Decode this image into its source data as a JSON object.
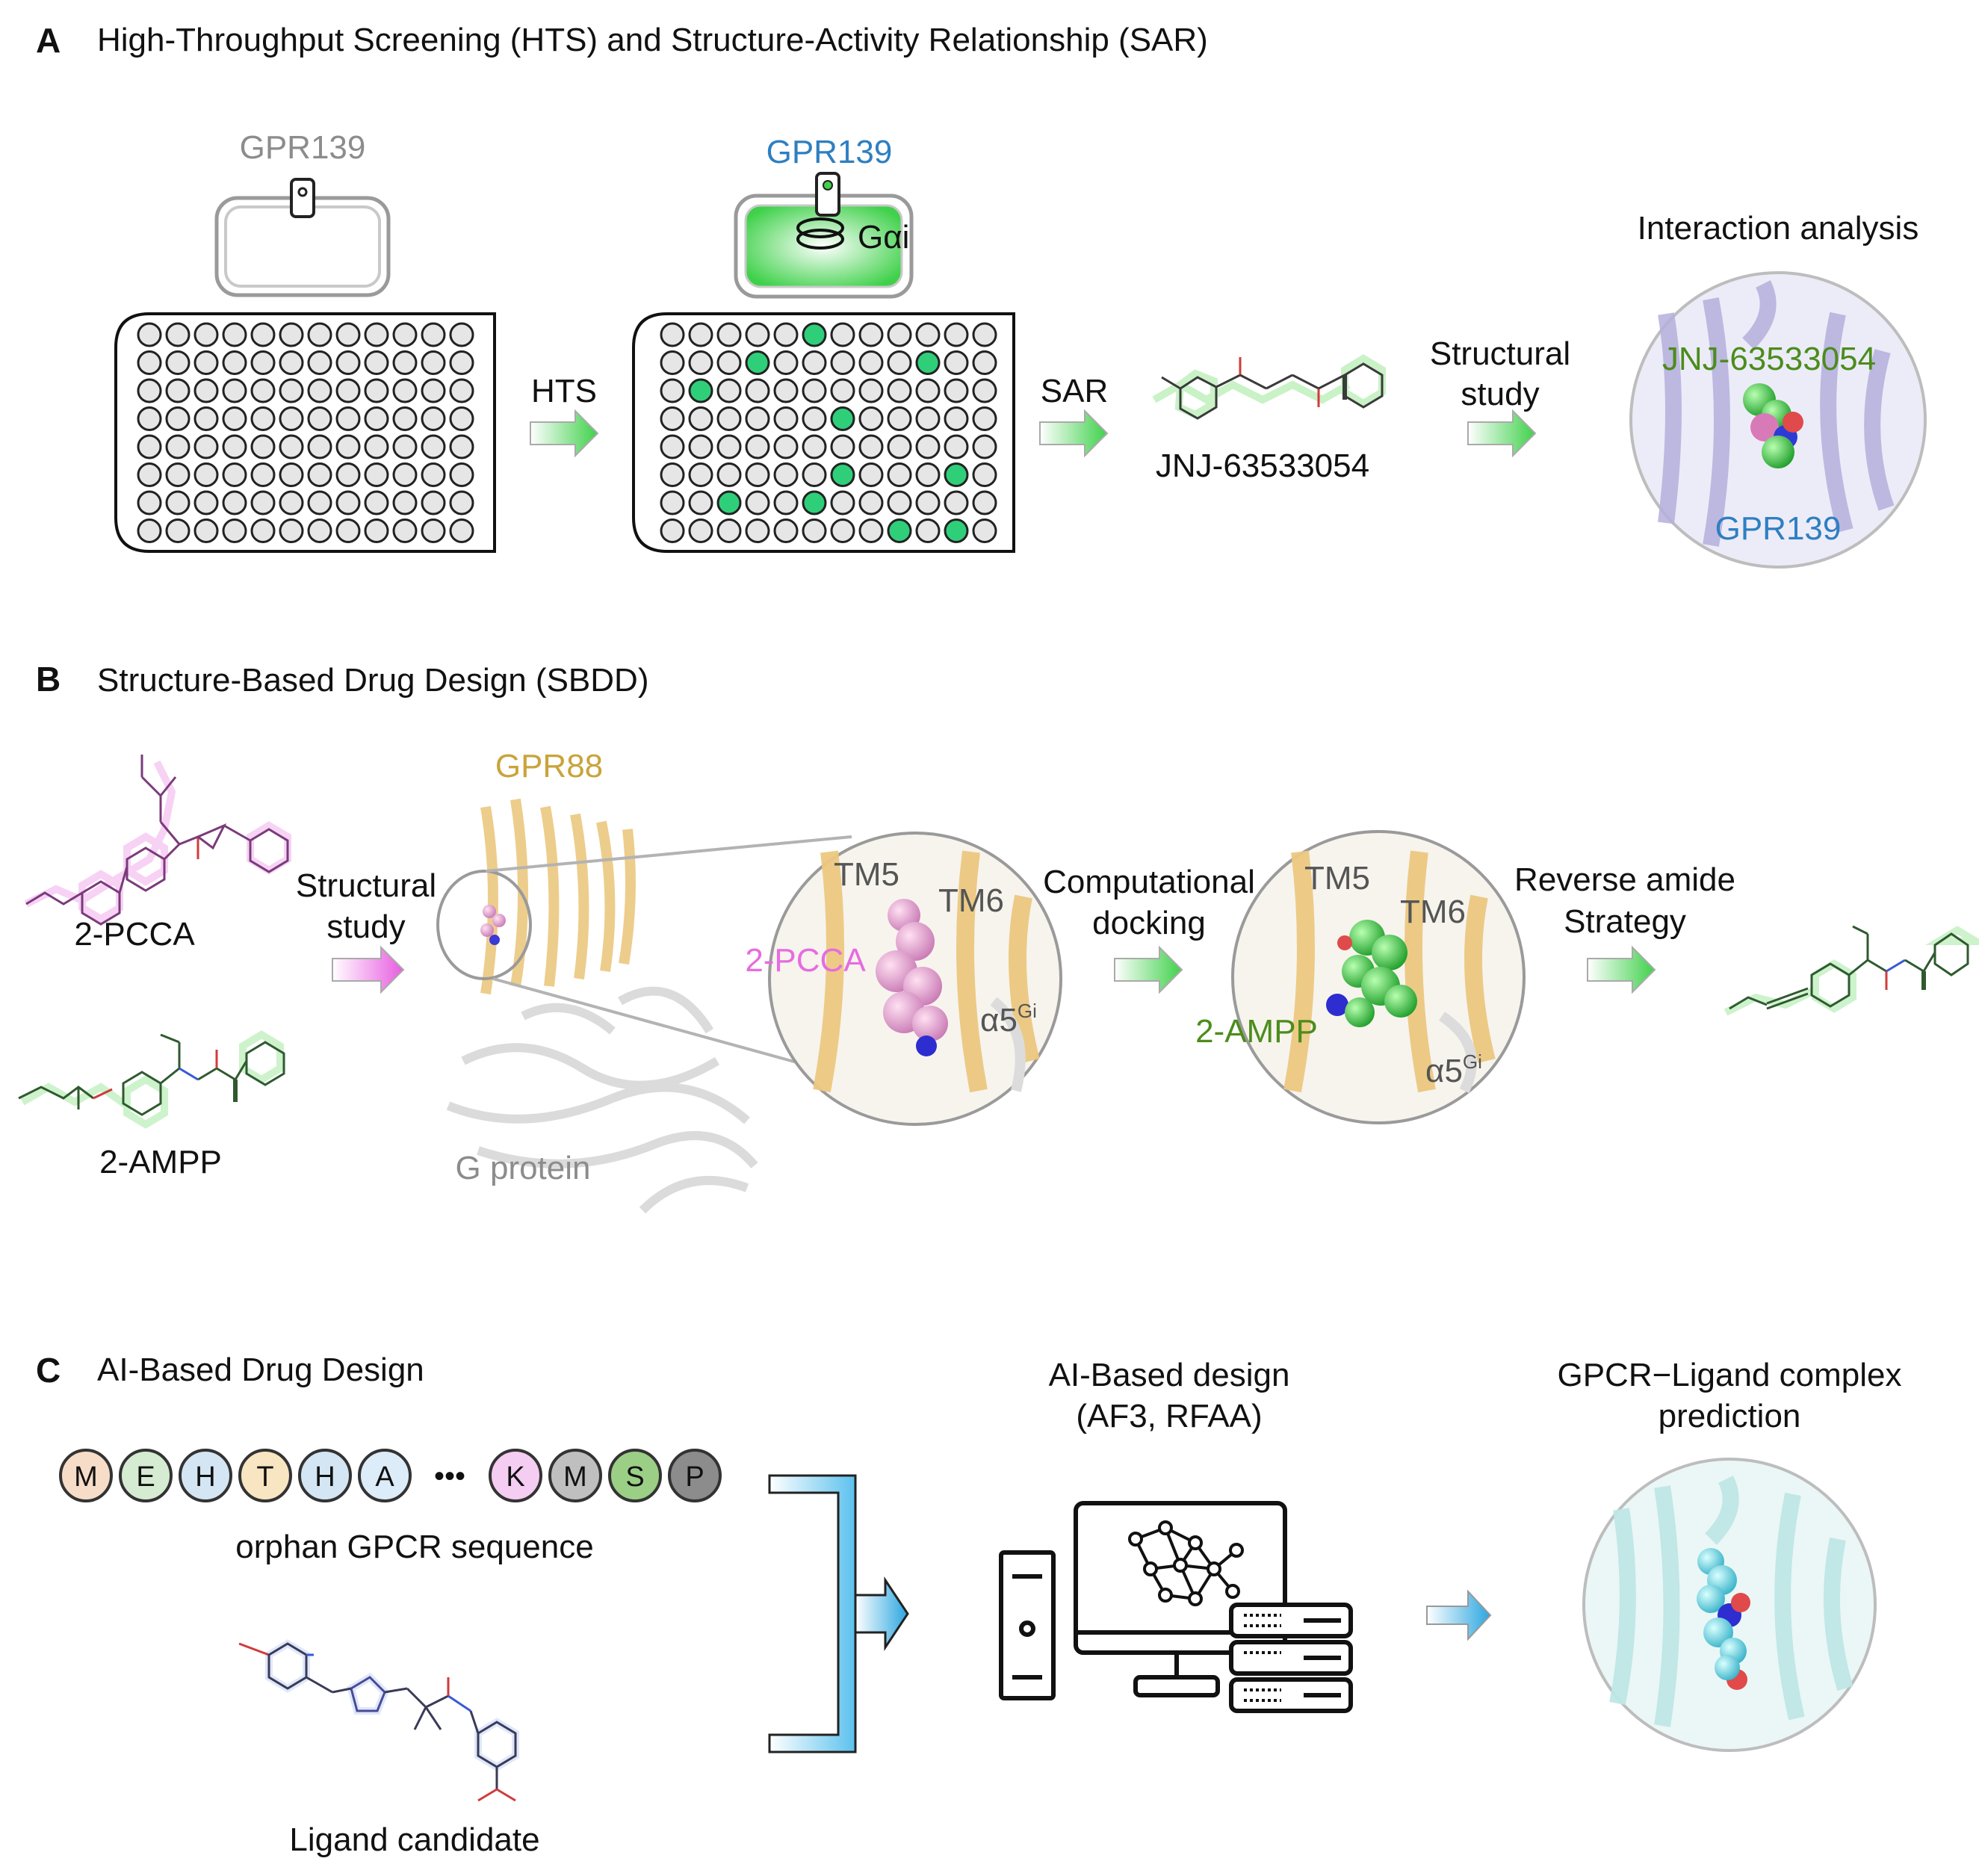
{
  "panelA": {
    "letter": "A",
    "title": "High-Throughput Screening (HTS) and Structure-Activity Relationship (SAR)",
    "receptor_left": "GPR139",
    "receptor_right": "GPR139",
    "galpha": "Gαi",
    "hts": "HTS",
    "sar": "SAR",
    "compound": "JNJ-63533054",
    "structural_1": "Structural",
    "structural_2": "study",
    "interaction_title": "Interaction analysis",
    "circle_ligand": "JNJ-63533054",
    "circle_receptor": "GPR139"
  },
  "panelB": {
    "letter": "B",
    "title": "Structure-Based Drug Design (SBDD)",
    "ligand1": "2-PCCA",
    "ligand2": "2-AMPP",
    "structural_1": "Structural",
    "structural_2": "study",
    "receptor": "GPR88",
    "gprotein": "G protein",
    "tm5a": "TM5",
    "tm6a": "TM6",
    "pcca_label": "2-PCCA",
    "a5": "α5",
    "gi": "Gi",
    "comp_1": "Computational",
    "comp_2": "docking",
    "tm5b": "TM5",
    "tm6b": "TM6",
    "ampp_label": "2-AMPP",
    "rev_1": "Reverse amide",
    "rev_2": "Strategy"
  },
  "panelC": {
    "letter": "C",
    "title": "AI-Based Drug Design",
    "sequence": [
      "M",
      "E",
      "H",
      "T",
      "H",
      "A",
      "K",
      "M",
      "S",
      "P"
    ],
    "sequence_colors": [
      "#f7dcc8",
      "#d6ecd2",
      "#d4e6f4",
      "#f8e6c2",
      "#d4e6f4",
      "#dcecf8",
      "#f5cdf2",
      "#bfbfbf",
      "#9ccf86",
      "#8c8c8c"
    ],
    "ellipsis": "•••",
    "seq_label": "orphan GPCR sequence",
    "ligand_label": "Ligand candidate",
    "design_1": "AI-Based design",
    "design_2": "(AF3, RFAA)",
    "pred_1": "GPCR−Ligand complex",
    "pred_2": "prediction"
  },
  "colors": {
    "green_arrow": "#3fd14a",
    "pink_arrow": "#e85ce0",
    "blue_arrow": "#2aa6e0",
    "well_hit": "#2fcf7a",
    "gpr139_blue": "#2e7fc1",
    "gpr88_gold": "#c9a43b"
  }
}
